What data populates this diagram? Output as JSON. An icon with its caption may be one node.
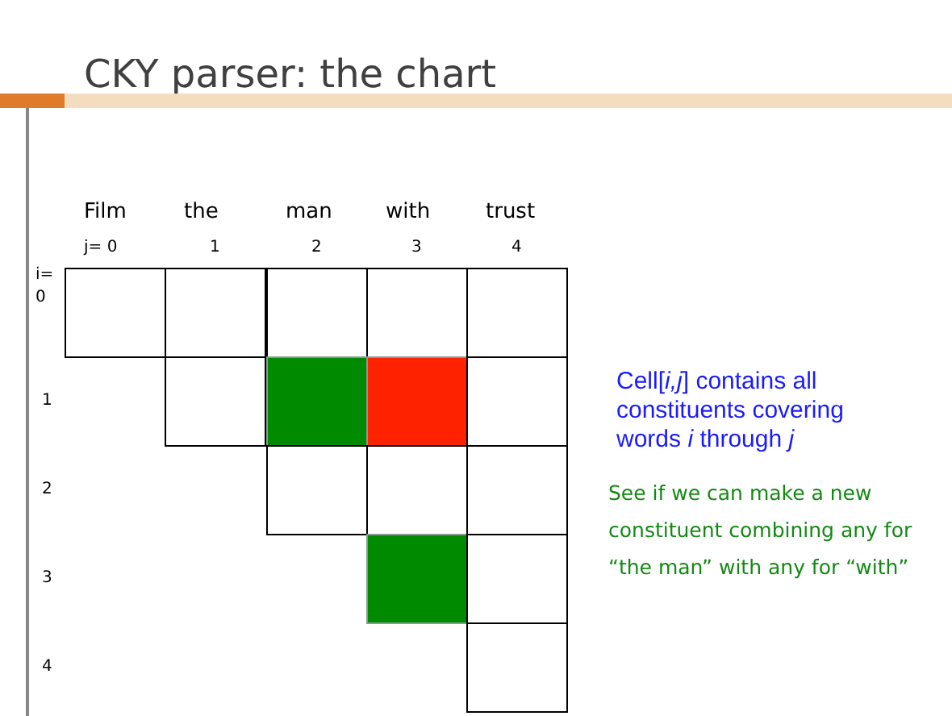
{
  "diagram": {
    "title": "CKY parser: the chart",
    "labels": [
      "Film",
      "the",
      "man",
      "with",
      "trust",
      "j= 0",
      "1",
      "2",
      "3",
      "4",
      "i= 0",
      "1",
      "2",
      "3",
      "4",
      "Cell[*i,j*] contains all constituents covering words *i* through *j*",
      "See if we can make a new constituent combining any for “the man” with any for “with”"
    ]
  }
}
